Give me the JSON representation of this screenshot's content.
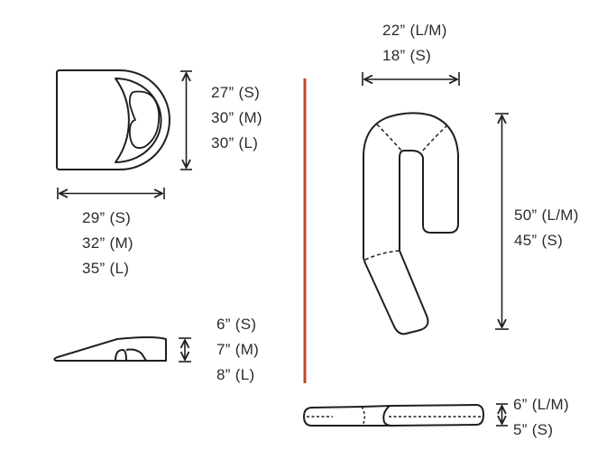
{
  "colors": {
    "stroke": "#1f1f1f",
    "divider": "#c0462a",
    "background": "#ffffff",
    "text": "#2b2b2b"
  },
  "wedge_top_view": {
    "height_labels": [
      "27” (S)",
      "30” (M)",
      "30” (L)"
    ],
    "width_labels": [
      "29” (S)",
      "32” (M)",
      "35” (L)"
    ]
  },
  "wedge_side_view": {
    "thickness_labels": [
      "6” (S)",
      "7” (M)",
      "8” (L)"
    ]
  },
  "body_pillow_top_view": {
    "width_labels": [
      "22” (L/M)",
      "18” (S)"
    ],
    "length_labels": [
      "50” (L/M)",
      "45” (S)"
    ]
  },
  "body_pillow_side_view": {
    "thickness_labels": [
      "6” (L/M)",
      "5” (S)"
    ]
  }
}
